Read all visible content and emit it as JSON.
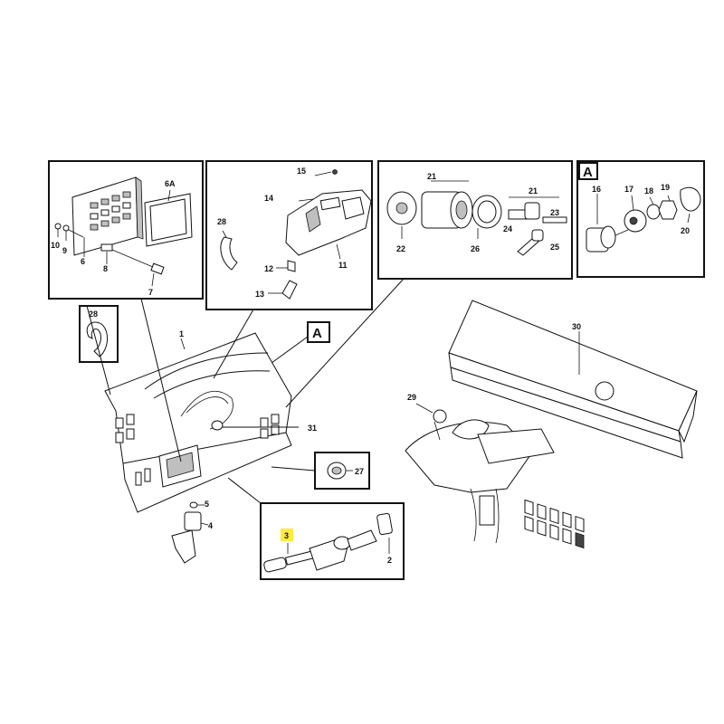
{
  "callouts": {
    "c1": "1",
    "c2": "2",
    "c3": "3",
    "c4": "4",
    "c5": "5",
    "c6": "6",
    "c6a": "6A",
    "c7": "7",
    "c8": "8",
    "c9": "9",
    "c10": "10",
    "c11": "11",
    "c12": "12",
    "c13": "13",
    "c14": "14",
    "c15": "15",
    "c16": "16",
    "c17": "17",
    "c18": "18",
    "c19": "19",
    "c20": "20",
    "c21a": "21",
    "c21b": "21",
    "c22": "22",
    "c23": "23",
    "c24": "24",
    "c25": "25",
    "c26": "26",
    "c27": "27",
    "c28a": "28",
    "c28b": "28",
    "c29": "29",
    "c30": "30",
    "c31": "31"
  },
  "detail_tag": "A",
  "highlight": {
    "part": "3",
    "color": "#ffeb3b"
  }
}
